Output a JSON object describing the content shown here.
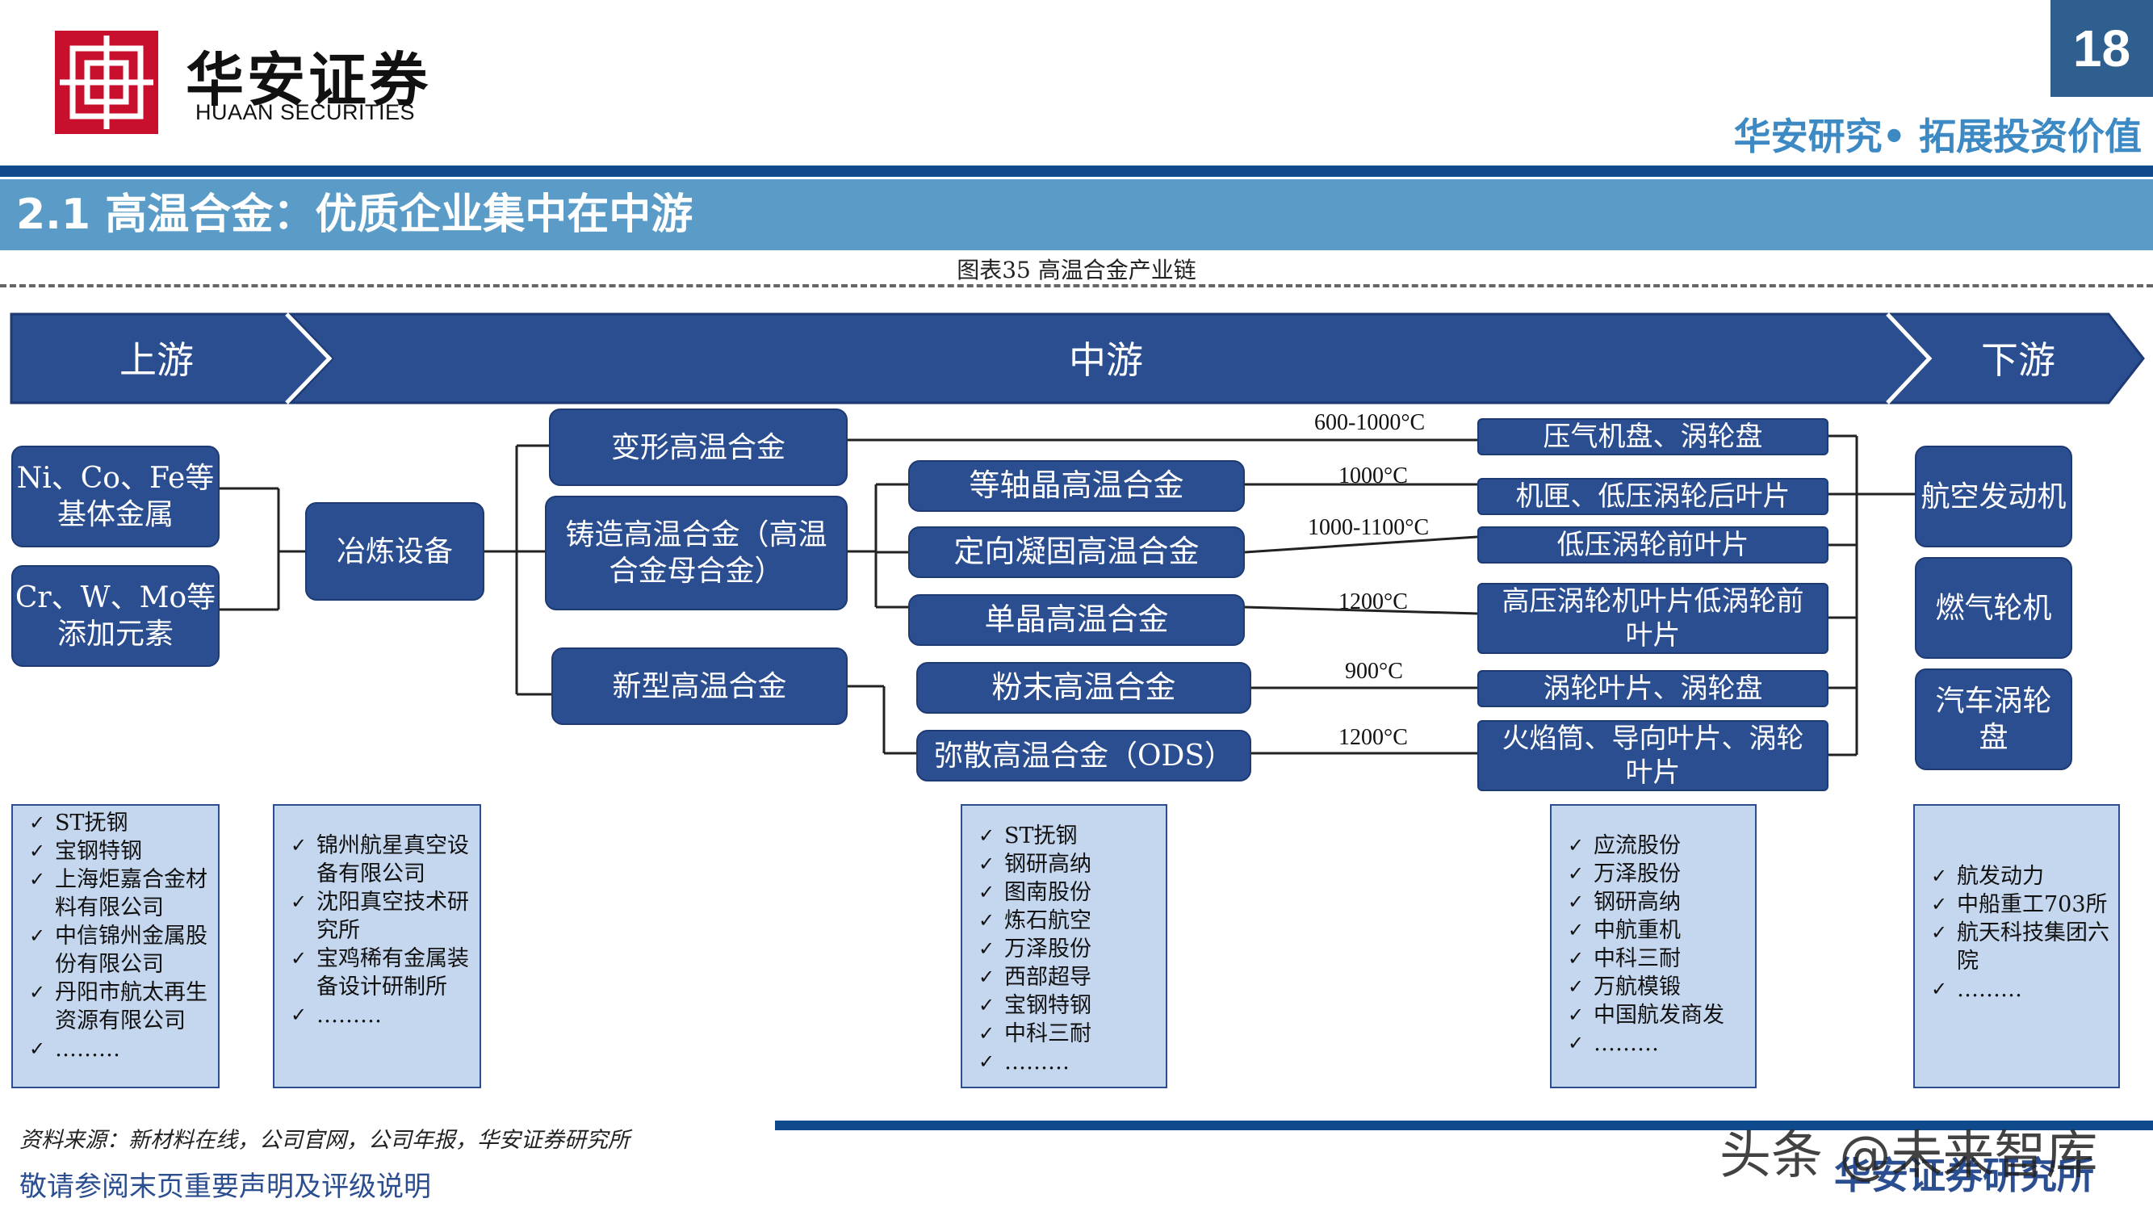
{
  "header": {
    "logo_cn": "华安证券",
    "logo_en": "HUAAN SECURITIES",
    "page_number": "18",
    "slogan": "华安研究• 拓展投资价值"
  },
  "section_title": "2.1 高温合金：优质企业集中在中游",
  "figure_title": "图表35 高温合金产业链",
  "stages": {
    "upstream": "上游",
    "midstream": "中游",
    "downstream": "下游"
  },
  "upstream": {
    "base_metals": "Ni、Co、Fe等基体金属",
    "additives": "Cr、W、Mo等添加元素",
    "equipment": "冶炼设备"
  },
  "alloy_types": {
    "wrought": "变形高温合金",
    "cast": "铸造高温合金（高温合金母合金）",
    "new": "新型高温合金"
  },
  "alloy_subtypes": {
    "equiaxed": "等轴晶高温合金",
    "directional": "定向凝固高温合金",
    "single_crystal": "单晶高温合金",
    "powder": "粉末高温合金",
    "ods": "弥散高温合金（ODS）"
  },
  "temperatures": {
    "t1": "600-1000°C",
    "t2": "1000°C",
    "t3": "1000-1100°C",
    "t4": "1200°C",
    "t5": "900°C",
    "t6": "1200°C"
  },
  "components": {
    "c1": "压气机盘、涡轮盘",
    "c2": "机匣、低压涡轮后叶片",
    "c3": "低压涡轮前叶片",
    "c4": "高压涡轮机叶片低涡轮前叶片",
    "c5": "涡轮叶片、涡轮盘",
    "c6": "火焰筒、导向叶片、涡轮叶片"
  },
  "downstream": {
    "aero": "航空发动机",
    "gas": "燃气轮机",
    "auto": "汽车涡轮盘"
  },
  "companies": {
    "check": "✓",
    "upstream": [
      "ST抚钢",
      "宝钢特钢",
      "上海炬嘉合金材料有限公司",
      "中信锦州金属股份有限公司",
      "丹阳市航太再生资源有限公司",
      "………"
    ],
    "equipment": [
      "锦州航星真空设备有限公司",
      "沈阳真空技术研究所",
      "宝鸡稀有金属装备设计研制所",
      "………"
    ],
    "midstream": [
      "ST抚钢",
      "钢研高纳",
      "图南股份",
      "炼石航空",
      "万泽股份",
      "西部超导",
      "宝钢特钢",
      "中科三耐",
      "………"
    ],
    "components": [
      "应流股份",
      "万泽股份",
      "钢研高纳",
      "中航重机",
      "中科三耐",
      "万航模锻",
      "中国航发商发",
      "………"
    ],
    "downstream": [
      "航发动力",
      "中船重工703所",
      "航天科技集团六院",
      "………"
    ]
  },
  "footer": {
    "source": "资料来源：新材料在线，公司官网，公司年报，华安证券研究所",
    "disclaimer": "敬请参阅末页重要声明及评级说明",
    "org": "华安证券研究所",
    "watermark": "头条 @未来智库"
  }
}
